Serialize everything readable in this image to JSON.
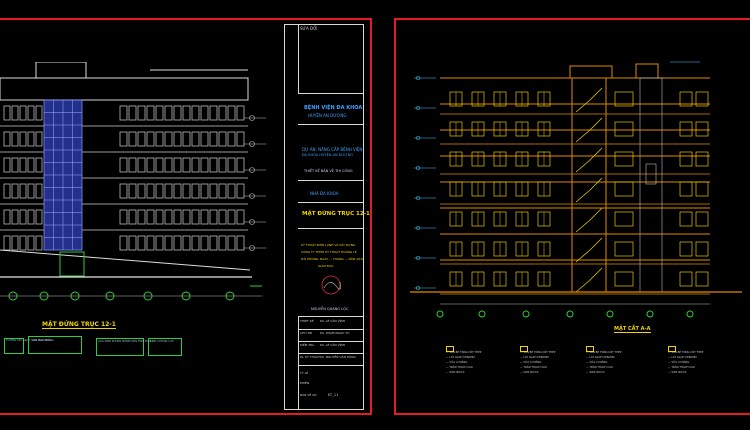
{
  "left_sheet": {
    "drawing_caption": "MẶT ĐỨNG TRỤC 12-1",
    "legend": [
      {
        "text": "TƯỜNG XÂY GẠCH SƠN MÀU TRẮNG"
      },
      {
        "text": "LAN CAN INOX"
      },
      {
        "text": "CỬA KÍNH KHUNG NHÔM SƠN TĨNH ĐIỆN"
      },
      {
        "text": "KÍNH CƯỜNG LỰC"
      }
    ]
  },
  "title_block": {
    "revision_label": "SỬA ĐỔI",
    "client": "BỆNH VIỆN ĐA KHOA",
    "client_sub": "HUYỆN AN DƯƠNG",
    "project_label": "DỰ ÁN: NÂNG CẤP BỆNH VIỆN",
    "project_sub": "ĐA KHOA HUYỆN AN DƯƠNG",
    "phase": "THIẾT KẾ BẢN VẼ THI CÔNG",
    "building": "NHÀ ĐA KHOA",
    "sheet_title": "MẶT ĐỨNG TRỤC 12-1",
    "company_1": "KỸ THUẬT ĐIỆN LẠNH VÀ XÂY DỰNG",
    "company_2": "CÔNG TY TNHH KỸ THUẬT HOÀNG LÊ",
    "company_3": "HẢI PHÒNG, NGÀY ... THÁNG ... NĂM 2018",
    "director": "GIÁM ĐỐC",
    "signer": "NGUYỄN QUANG LỘC",
    "rows": [
      {
        "role": "THIẾT KẾ",
        "name": "KS. LÊ VĂN VĨNH"
      },
      {
        "role": "CHỦ TRÌ",
        "name": "KS. PHẠM NGỌC TÚ"
      },
      {
        "role": "KIỂM TRA",
        "name": "KS. LÊ VĂN VĨNH"
      },
      {
        "role": "QL KỸ THUẬT",
        "name": "KS. NGUYỄN VĂN HÙNG"
      }
    ],
    "scale_label": "TỶ LỆ",
    "phase_label": "PHIÊN",
    "sheet_no_label": "BẢN VẼ SỐ",
    "sheet_no": "KT_11"
  },
  "right_sheet": {
    "drawing_caption": "MẶT CẮT A-A",
    "notes": [
      "SÀN BÊ TÔNG CỐT THÉP",
      "LÁT GẠCH CERAMIC",
      "VỮA XI MĂNG",
      "TRẦN THẠCH CAO",
      "SƠN NƯỚC"
    ]
  },
  "colors": {
    "frame": "#e31b23",
    "line": "#d9d9d9",
    "window": "#e6c700",
    "glass": "#3b4cc0",
    "section": "#e08a00",
    "title_text": "#3fa0ff",
    "accent_yellow": "#f2d600",
    "legend_border": "#2ecc40"
  }
}
